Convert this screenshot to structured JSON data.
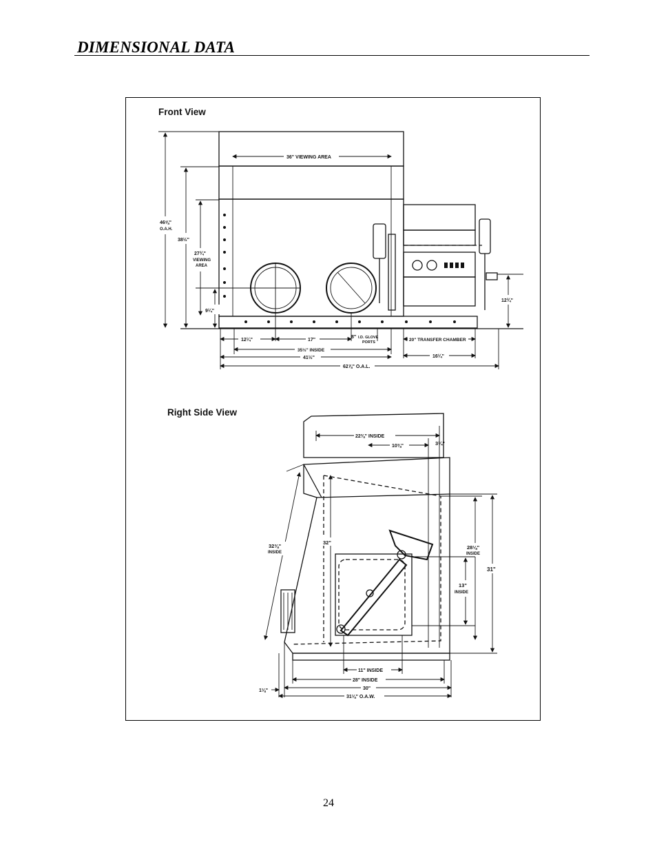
{
  "header": {
    "title": "DIMENSIONAL DATA"
  },
  "footer": {
    "page_number": "24"
  },
  "front_view": {
    "title": "Front View",
    "dims": {
      "viewing_area_width": "36\" VIEWING AREA",
      "oah_value": "46⅝\"",
      "oah_label": "O.A.H.",
      "height_38": "38½\"",
      "viewing_height_value": "27¾\"",
      "viewing_height_l1": "VIEWING",
      "viewing_height_l2": "AREA",
      "port_height": "9¼\"",
      "right_height": "12¾\"",
      "dim_12": "12¼\"",
      "dim_17": "17\"",
      "dim_8": "8\"",
      "glove_ports_l1": "I.D. GLOVE",
      "glove_ports_l2": "PORTS",
      "transfer_chamber": "20\" TRANSFER CHAMBER",
      "inside_35": "35½\" INSIDE",
      "dim_41": "41½\"",
      "dim_16": "16¼\"",
      "oal": "62⅞\" O.A.L."
    }
  },
  "side_view": {
    "title": "Right Side View",
    "dims": {
      "inside_22": "22⅜\" INSIDE",
      "dim_10": "10⅜\"",
      "dim_3": "3¼\"",
      "dim_32_value": "32⅜\"",
      "dim_32_label": "INSIDE",
      "dim_32b": "32\"",
      "dim_28_value": "28⅛\"",
      "dim_28_label": "INSIDE",
      "dim_31": "31\"",
      "dim_13_value": "13\"",
      "dim_13_label": "INSIDE",
      "inside_11": "11\" INSIDE",
      "inside_28": "28\" INSIDE",
      "dim_30": "30\"",
      "dim_1": "1⅛\"",
      "oaw": "31⅛\" O.A.W."
    }
  }
}
